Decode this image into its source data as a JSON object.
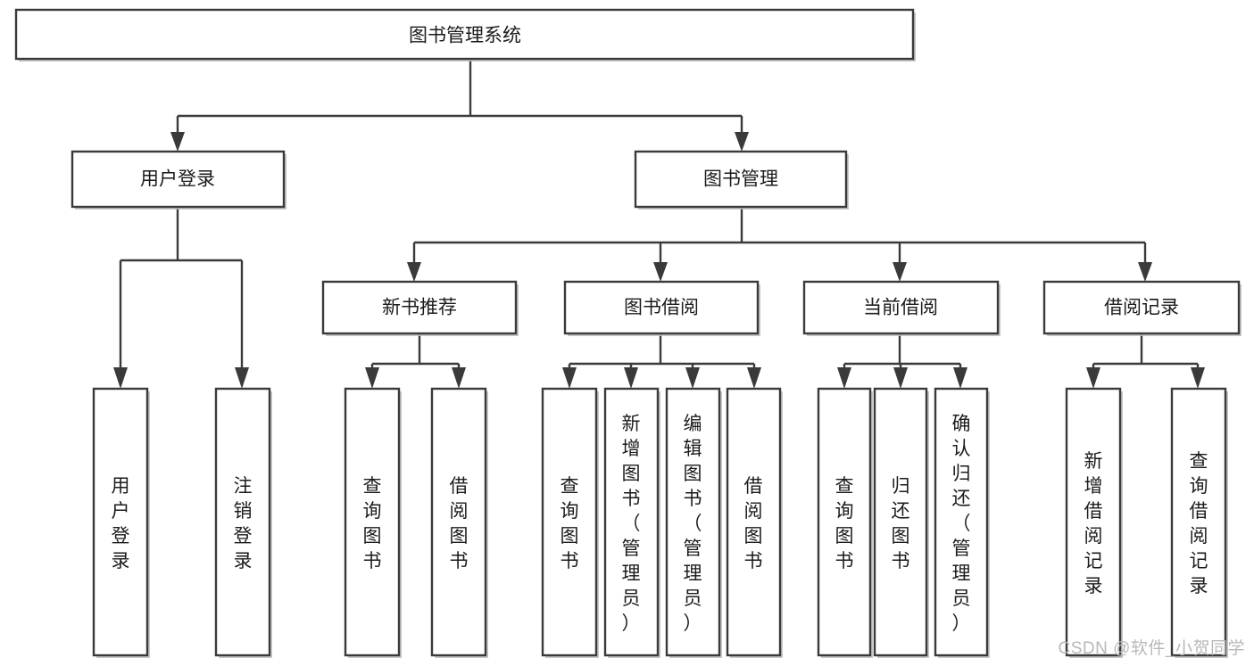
{
  "diagram": {
    "type": "tree",
    "title": "图书管理系统",
    "orientation": "top-down",
    "colors": {
      "box_stroke": "#3a3a3a",
      "box_fill": "#ffffff",
      "line": "#3a3a3a",
      "text": "#1b1b1b",
      "watermark": "#b8b8b8",
      "background": "#ffffff"
    },
    "root": {
      "id": "root",
      "label": "图书管理系统",
      "orientation": "horizontal"
    },
    "level2": [
      {
        "id": "user-login",
        "label": "用户登录",
        "orientation": "horizontal"
      },
      {
        "id": "book-manage",
        "label": "图书管理",
        "orientation": "horizontal"
      }
    ],
    "level3": [
      {
        "id": "new-book-recommend",
        "label": "新书推荐",
        "parent": "book-manage",
        "orientation": "horizontal"
      },
      {
        "id": "book-borrow",
        "label": "图书借阅",
        "parent": "book-manage",
        "orientation": "horizontal"
      },
      {
        "id": "current-borrow",
        "label": "当前借阅",
        "parent": "book-manage",
        "orientation": "horizontal"
      },
      {
        "id": "borrow-record",
        "label": "借阅记录",
        "parent": "book-manage",
        "orientation": "horizontal"
      }
    ],
    "leaves": [
      {
        "id": "leaf-user-login",
        "label": "用户登录",
        "parent": "user-login",
        "orientation": "vertical"
      },
      {
        "id": "leaf-logout-login",
        "label": "注销登录",
        "parent": "user-login",
        "orientation": "vertical"
      },
      {
        "id": "leaf-query-book-1",
        "label": "查询图书",
        "parent": "new-book-recommend",
        "orientation": "vertical"
      },
      {
        "id": "leaf-borrow-book-1",
        "label": "借阅图书",
        "parent": "new-book-recommend",
        "orientation": "vertical"
      },
      {
        "id": "leaf-query-book-2",
        "label": "查询图书",
        "parent": "book-borrow",
        "orientation": "vertical"
      },
      {
        "id": "leaf-add-book",
        "label": "新增图书（管理员）",
        "parent": "book-borrow",
        "orientation": "vertical"
      },
      {
        "id": "leaf-edit-book",
        "label": "编辑图书（管理员）",
        "parent": "book-borrow",
        "orientation": "vertical"
      },
      {
        "id": "leaf-borrow-book-2",
        "label": "借阅图书",
        "parent": "book-borrow",
        "orientation": "vertical"
      },
      {
        "id": "leaf-query-book-3",
        "label": "查询图书",
        "parent": "current-borrow",
        "orientation": "vertical"
      },
      {
        "id": "leaf-return-book",
        "label": "归还图书",
        "parent": "current-borrow",
        "orientation": "vertical"
      },
      {
        "id": "leaf-confirm-return",
        "label": "确认归还（管理员）",
        "parent": "current-borrow",
        "orientation": "vertical"
      },
      {
        "id": "leaf-add-record",
        "label": "新增借阅记录",
        "parent": "borrow-record",
        "orientation": "vertical"
      },
      {
        "id": "leaf-query-record",
        "label": "查询借阅记录",
        "parent": "borrow-record",
        "orientation": "vertical"
      }
    ]
  },
  "watermark": {
    "text": "CSDN @软件_小贺同学"
  }
}
